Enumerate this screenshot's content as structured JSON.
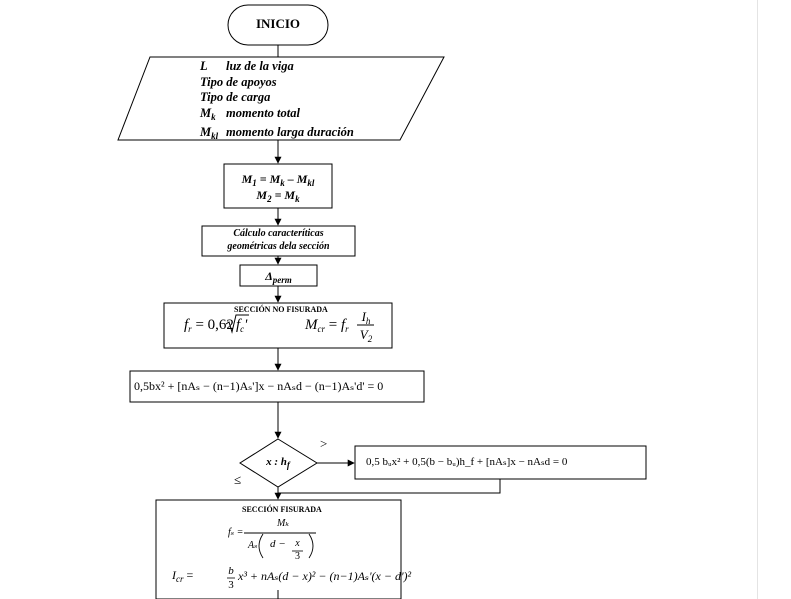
{
  "start": {
    "label": "INICIO"
  },
  "inputs": {
    "lines": [
      {
        "sym": "L",
        "desc": "luz de la viga"
      },
      {
        "sym": "",
        "desc": "Tipo de apoyos"
      },
      {
        "sym": "",
        "desc": "Tipo de carga"
      },
      {
        "sym": "M",
        "sub": "k",
        "desc": "momento total"
      },
      {
        "sym": "M",
        "sub": "kl",
        "desc": "momento larga duración"
      }
    ]
  },
  "moments": {
    "line1": {
      "a": "M",
      "as": "1",
      "eq": " = ",
      "b": "M",
      "bs": "k",
      "op": " – ",
      "c": "M",
      "cs": "kl"
    },
    "line2": {
      "a": "M",
      "as": "2",
      "eq": " = ",
      "b": "M",
      "bs": "k"
    }
  },
  "geometry": {
    "line1": "Cálculo caracteríticas",
    "line2": "geométricas dela sección"
  },
  "deflection": {
    "symbol": "Δ",
    "sub": "perm"
  },
  "uncracked": {
    "title": "SECCIÓN NO FISURADA",
    "fr": {
      "lhs": "f",
      "lhs_sub": "r",
      "eq": " = 0,62",
      "root": "f",
      "root_sub": "c",
      "prime": "'"
    },
    "mcr": {
      "lhs": "M",
      "lhs_sub": "cr",
      "eq": " = ",
      "f": "f",
      "f_sub": "r",
      "num": "I",
      "num_sub": "h",
      "den": "V",
      "den_sub": "2"
    }
  },
  "neutral_axis_eq": {
    "text": "0,5bx² + [nAₛ − (n−1)Aₛ']x − nAₛd − (n−1)Aₛ'd' = 0"
  },
  "decision": {
    "text": "x : h",
    "sub": "f",
    "gt": ">",
    "le": "≤"
  },
  "tsection_eq": {
    "text": "0,5 bᵤx² + 0,5(b − bᵤ)h_f + [nAₛ]x − nAₛd = 0"
  },
  "cracked": {
    "title": "SECCIÓN FISURADA",
    "fs": {
      "lhs": "fₛ =",
      "num": "Mₖ",
      "den_a": "Aₛ",
      "den_d": "d −",
      "den_x": "x",
      "den_3": "3"
    },
    "icr": {
      "lhs": "I",
      "lhs_sub": "cr",
      "eq": " = ",
      "frac_num": "b",
      "frac_den": "3",
      "rest": "x³ + nAₛ(d − x)² − (n−1)Aₛ'(x − d')²"
    }
  }
}
